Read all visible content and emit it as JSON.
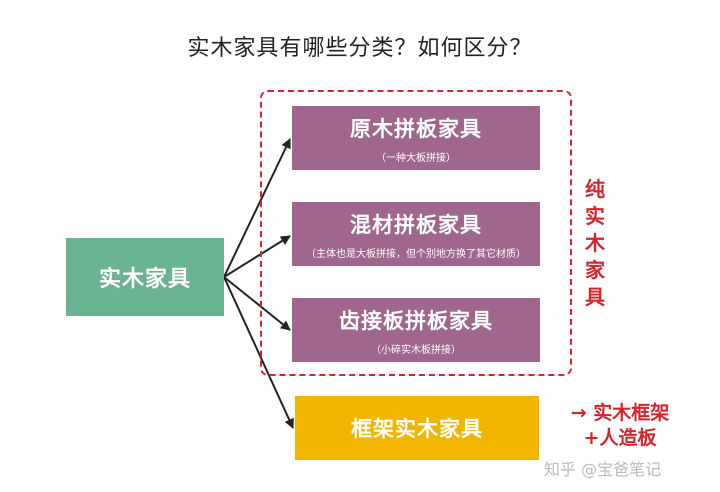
{
  "title": "实木家具有哪些分类？如何区分？",
  "root": {
    "label": "实木家具",
    "color": "#6ab391"
  },
  "solid_group": {
    "label": "纯实木家具",
    "border_color": "#d4252d",
    "items": [
      {
        "label": "原木拼板家具",
        "note": "（一种大板拼接）"
      },
      {
        "label": "混材拼板家具",
        "note": "（主体也是大板拼接，但个别地方换了其它材质）"
      },
      {
        "label": "齿接板拼板家具",
        "note": "（小碎实木板拼接）"
      }
    ],
    "item_color": "#a0668e"
  },
  "frame_item": {
    "label": "框架实木家具",
    "color": "#f2b500",
    "note_arrow": "→",
    "note": "实木框架+人造板"
  },
  "watermark": "知乎 @宝爸笔记"
}
